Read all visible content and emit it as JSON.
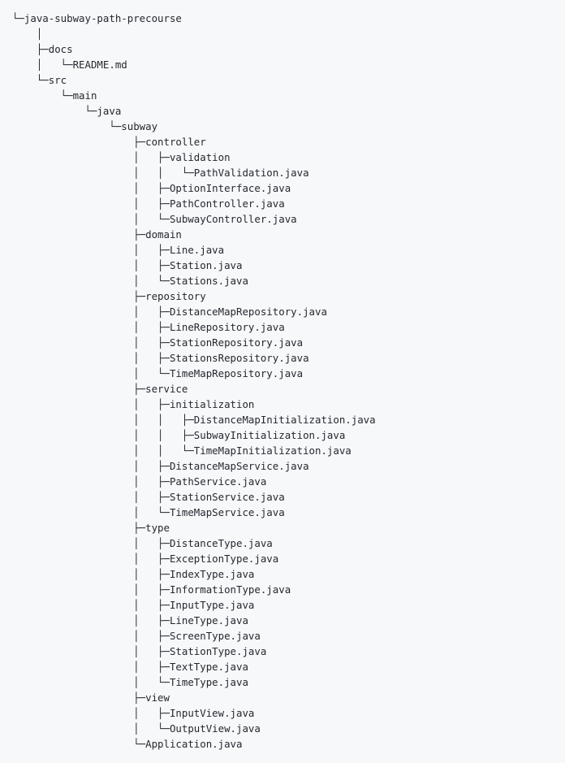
{
  "tree": {
    "lines": [
      "└─java-subway-path-precourse",
      "    │",
      "    ├─docs",
      "    │   └─README.md",
      "    └─src",
      "        └─main",
      "            └─java",
      "                └─subway",
      "                    ├─controller",
      "                    │   ├─validation",
      "                    │   │   └─PathValidation.java",
      "                    │   ├─OptionInterface.java",
      "                    │   ├─PathController.java",
      "                    │   └─SubwayController.java",
      "                    ├─domain",
      "                    │   ├─Line.java",
      "                    │   ├─Station.java",
      "                    │   └─Stations.java",
      "                    ├─repository",
      "                    │   ├─DistanceMapRepository.java",
      "                    │   ├─LineRepository.java",
      "                    │   ├─StationRepository.java",
      "                    │   ├─StationsRepository.java",
      "                    │   └─TimeMapRepository.java",
      "                    ├─service",
      "                    │   ├─initialization",
      "                    │   │   ├─DistanceMapInitialization.java",
      "                    │   │   ├─SubwayInitialization.java",
      "                    │   │   └─TimeMapInitialization.java",
      "                    │   ├─DistanceMapService.java",
      "                    │   ├─PathService.java",
      "                    │   ├─StationService.java",
      "                    │   └─TimeMapService.java",
      "                    ├─type",
      "                    │   ├─DistanceType.java",
      "                    │   ├─ExceptionType.java",
      "                    │   ├─IndexType.java",
      "                    │   ├─InformationType.java",
      "                    │   ├─InputType.java",
      "                    │   ├─LineType.java",
      "                    │   ├─ScreenType.java",
      "                    │   ├─StationType.java",
      "                    │   ├─TextType.java",
      "                    │   └─TimeType.java",
      "                    ├─view",
      "                    │   ├─InputView.java",
      "                    │   └─OutputView.java",
      "                    └─Application.java"
    ]
  },
  "colors": {
    "background": "#f6f8fa",
    "text": "#24292f"
  }
}
